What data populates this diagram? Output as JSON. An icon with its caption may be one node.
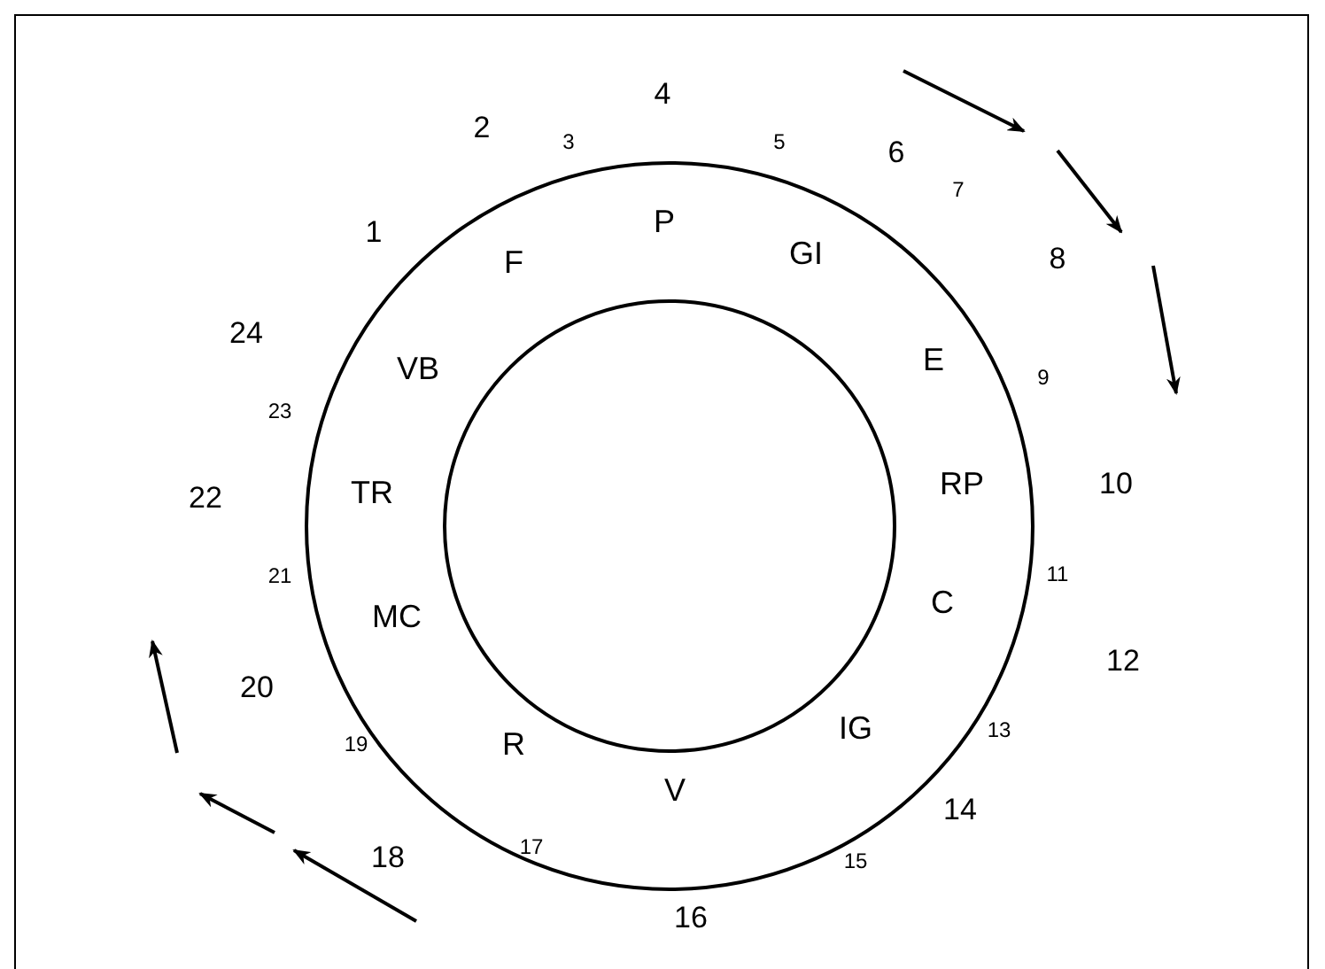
{
  "diagram": {
    "labels": [
      "1",
      "2",
      "3",
      "4",
      "5",
      "6",
      "7",
      "8",
      "9",
      "10",
      "11",
      "12",
      "13",
      "14",
      "15",
      "16",
      "17",
      "18",
      "19",
      "20",
      "21",
      "22",
      "23",
      "24",
      "P",
      "GI",
      "E",
      "RP",
      "C",
      "IG",
      "V",
      "R",
      "MC",
      "TR",
      "VB",
      "F"
    ]
  }
}
